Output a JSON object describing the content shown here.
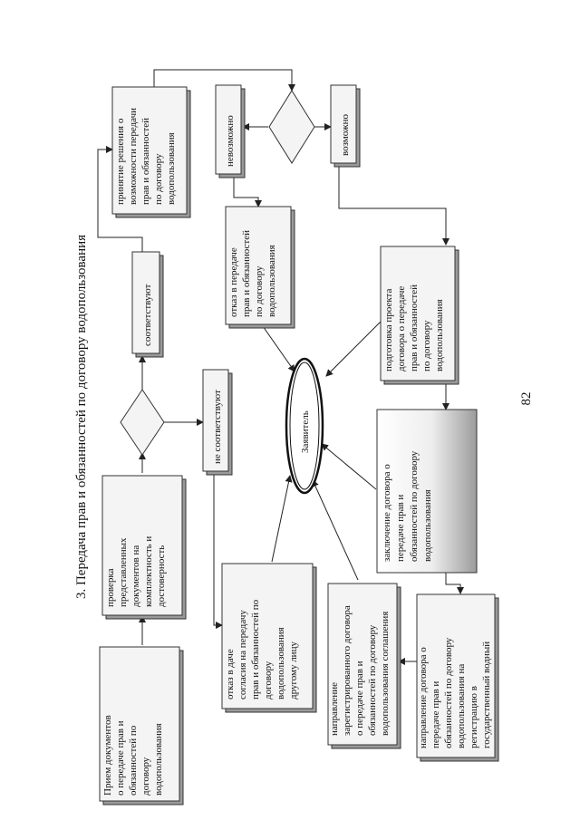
{
  "title": "3. Передача прав и обязанностей по договору водопользования",
  "page_number": "82",
  "nodes": {
    "priem": [
      "Прием документов",
      "о передаче прав и",
      "обязанностей по",
      "договору",
      "водопользования"
    ],
    "proverka": [
      "проверка",
      "представленных",
      "документов на",
      "комплектность и",
      "достоверность"
    ],
    "sootvetstvuyut": [
      "соответствуют"
    ],
    "ne_sootvetstvuyut": [
      "не соответствуют"
    ],
    "prinyatie": [
      "принятие решения о",
      "возможности передачи",
      "прав и обязанностей",
      "по договору",
      "водопользования"
    ],
    "nevozmozhno": [
      "невозможно"
    ],
    "vozmozhno": [
      "возможно"
    ],
    "otkaz_peredache": [
      "отказ в передаче",
      "прав и обязанностей",
      "по договору",
      "водопользования"
    ],
    "otkaz_soglasia": [
      "отказ в даче",
      "согласия на передачу",
      "прав и обязанностей по",
      "договору",
      "водопользования",
      "другому лицу"
    ],
    "zayavitel": [
      "Заявитель"
    ],
    "podgotovka": [
      "подготовка проекта",
      "договора о передаче",
      "прав и обязанностей",
      "по договору",
      "водопользования"
    ],
    "zaklyuchenie": [
      "заключение договора о",
      "передаче прав и",
      "обязанностей по договору",
      "водопользования"
    ],
    "napravlenie_zaregistr": [
      "направление",
      "зарегистрированного договора",
      "о передаче прав и",
      "обязанностей по договору",
      "водопользования соглашения"
    ],
    "napravlenie_registr": [
      "направление договора о",
      "передаче прав и",
      "обязанностей по договору",
      "водопользования на",
      "регистрацию в",
      "государственный водный"
    ]
  },
  "colors": {
    "shade": "#9a9a9a",
    "box_fill": "#f4f4f4",
    "stroke": "#333333"
  }
}
